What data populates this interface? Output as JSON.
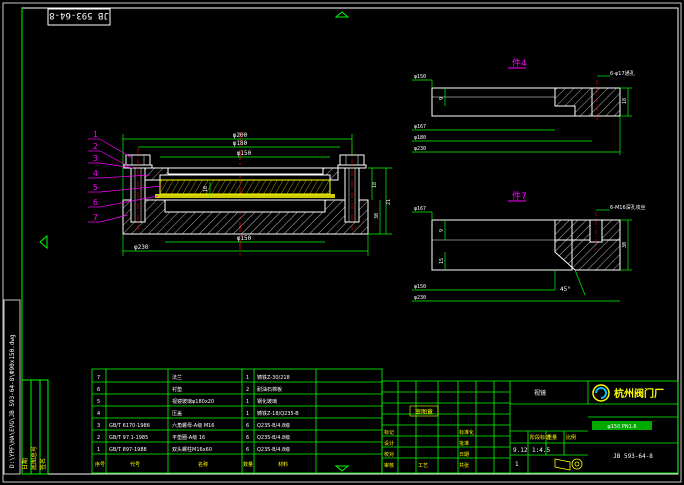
{
  "drawing": {
    "stamp_rotated": "JB 593-64-8",
    "side_strip": "D:\\YPF\\HA\\EVG\\JB 593-64-8\\Ф90x150.dwg",
    "dims_top": [
      "φ200",
      "φ180",
      "φ150"
    ],
    "dims_bottom": [
      "φ150",
      "φ230"
    ],
    "dims_side": [
      "10",
      "21",
      "18",
      "30"
    ],
    "balloons": [
      "1",
      "2",
      "3",
      "4",
      "5",
      "6",
      "7"
    ]
  },
  "detail4": {
    "title": "件4",
    "note": "6-φ17通孔",
    "dims": [
      "φ150",
      "φ167",
      "φ180",
      "φ230",
      "9",
      "18"
    ]
  },
  "detail7": {
    "title": "件7",
    "note": "6-M16深孔攻丝",
    "dims": [
      "φ167",
      "φ150",
      "φ230",
      "9",
      "15",
      "30"
    ],
    "angle": "45°"
  },
  "bom": {
    "rows": [
      {
        "no": "7",
        "code": "",
        "name": "法兰",
        "qty": "1",
        "material": "铸铁Z-30/218"
      },
      {
        "no": "6",
        "code": "",
        "name": "衬垫",
        "qty": "2",
        "material": "耐油石棉板"
      },
      {
        "no": "5",
        "code": "",
        "name": "视镜玻璃φ180x20",
        "qty": "1",
        "material": "钢化玻璃"
      },
      {
        "no": "4",
        "code": "",
        "name": "压盖",
        "qty": "1",
        "material": "铸铁Z-18/Q235-B"
      },
      {
        "no": "3",
        "code": "GB/T 6170-1986",
        "name": "六角螺母-A级 M16",
        "qty": "6",
        "material": "Q235-B/4.8级"
      },
      {
        "no": "2",
        "code": "GB/T 97.1-1985",
        "name": "平垫圈-A级 16",
        "qty": "6",
        "material": "Q235-B/4.8级"
      },
      {
        "no": "1",
        "code": "GB/T 897-1988",
        "name": "双头螺柱M16x60",
        "qty": "6",
        "material": "Q235-B/4.8级"
      }
    ],
    "header": {
      "no": "序号",
      "code": "代号",
      "name": "名称",
      "qty": "数量",
      "material": "材料"
    }
  },
  "title_block": {
    "company": "杭州阀门厂",
    "drawing_name": "视镜",
    "size_tag": "φ150 PN1.6",
    "drawing_no": "JB 593-64-8",
    "stage_label": "阶段标记",
    "weight_label": "重量",
    "scale_label": "比例",
    "weight": "9.12",
    "scale": "1:4.5",
    "sheet": "1",
    "stamp": "审图章",
    "left_labels": [
      "标记",
      "设计",
      "校对",
      "审核",
      "工艺"
    ],
    "right_labels": [
      "标准化",
      "批准",
      "日期",
      "共张"
    ],
    "vertical_strip": [
      "底图总号",
      "签名",
      "日期"
    ]
  }
}
